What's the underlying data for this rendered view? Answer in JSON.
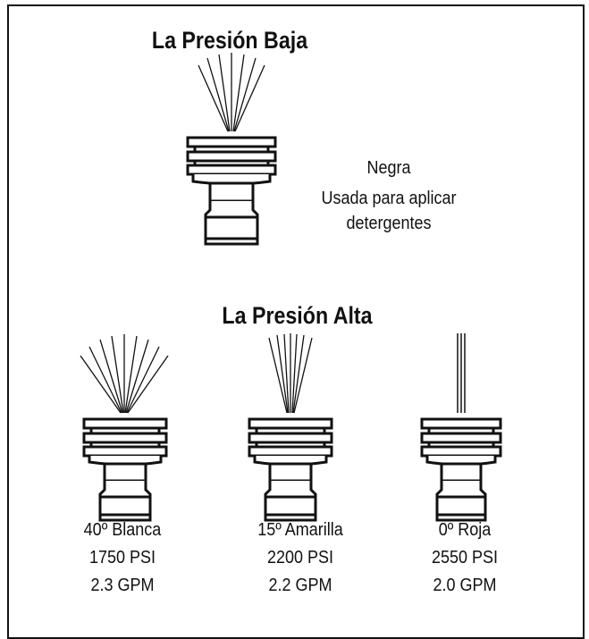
{
  "titles": {
    "low": "La Presión Baja",
    "high": "La Presión Alta"
  },
  "low_nozzle": {
    "color_name": "Negra",
    "use_line1": "Usada para aplicar",
    "use_line2": "detergentes"
  },
  "high_nozzles": [
    {
      "label": "40º Blanca",
      "psi": "1750 PSI",
      "gpm": "2.3 GPM"
    },
    {
      "label": "15º Amarilla",
      "psi": "2200 PSI",
      "gpm": "2.2 GPM"
    },
    {
      "label": "0º Roja",
      "psi": "2550 PSI",
      "gpm": "2.0 GPM"
    }
  ],
  "colors": {
    "line": "#111111",
    "background": "#ffffff"
  }
}
